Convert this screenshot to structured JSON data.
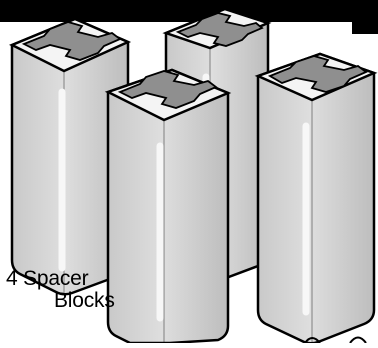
{
  "illustration": {
    "caption_line1": "4 Spacer",
    "caption_line2": "Blocks",
    "block_count": 4,
    "colors": {
      "banner": "#000000",
      "block_face": "#d9d9d9",
      "block_top": "#f4f4f4",
      "cross_pad": "#8f8f8f",
      "outline": "#000000",
      "highlight": "#f7f7f7"
    }
  }
}
